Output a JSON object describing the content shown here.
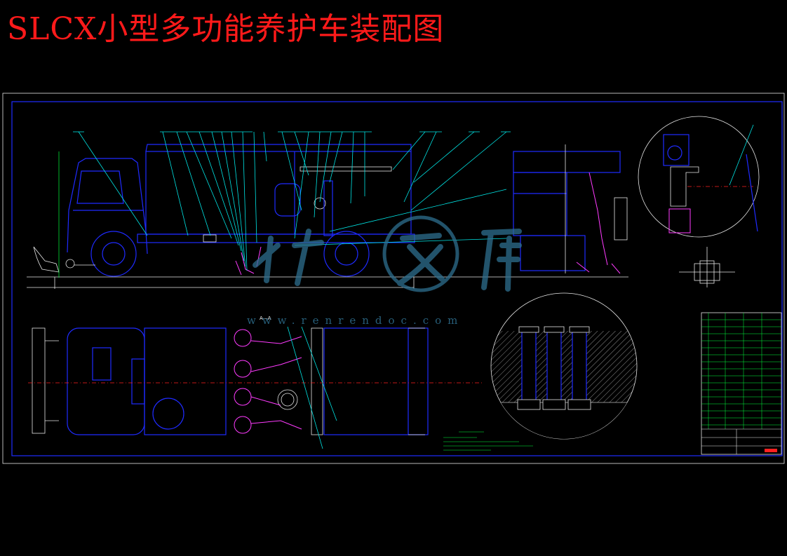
{
  "title": "SLCX小型多功能养护车装配图",
  "section_label": "A—A",
  "watermark": {
    "url": "www.renrendoc.com"
  },
  "colors": {
    "title": "#ff1a1a",
    "frame": "#e6e6e6",
    "outline": "#1f2bff",
    "leader": "#00e5e5",
    "part_highlight": "#ff3bff",
    "centerline": "#ff2020",
    "table": "#00ff3c",
    "watermark": "#2e6f8f"
  }
}
